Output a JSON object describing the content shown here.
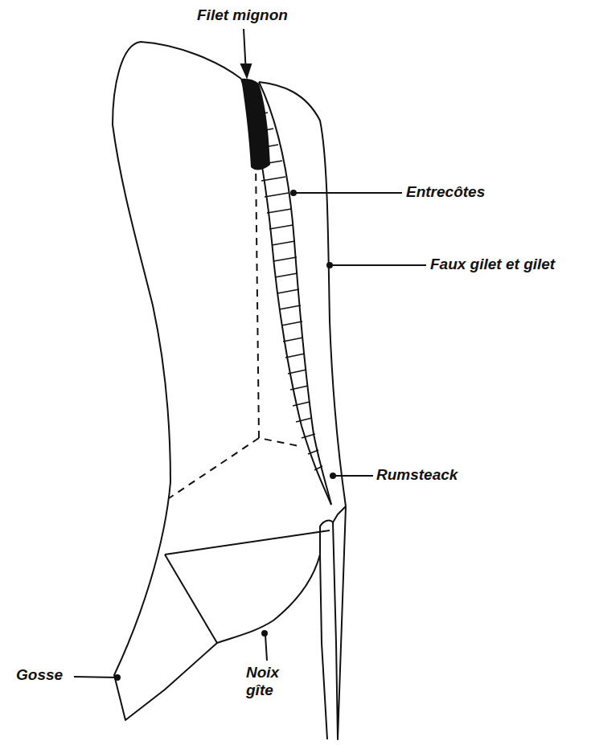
{
  "diagram": {
    "labels": [
      "Filet mignon",
      "Entrecôtes",
      "Faux gilet et gilet",
      "Rumsteack",
      "Gosse",
      "Noix gîte"
    ]
  }
}
